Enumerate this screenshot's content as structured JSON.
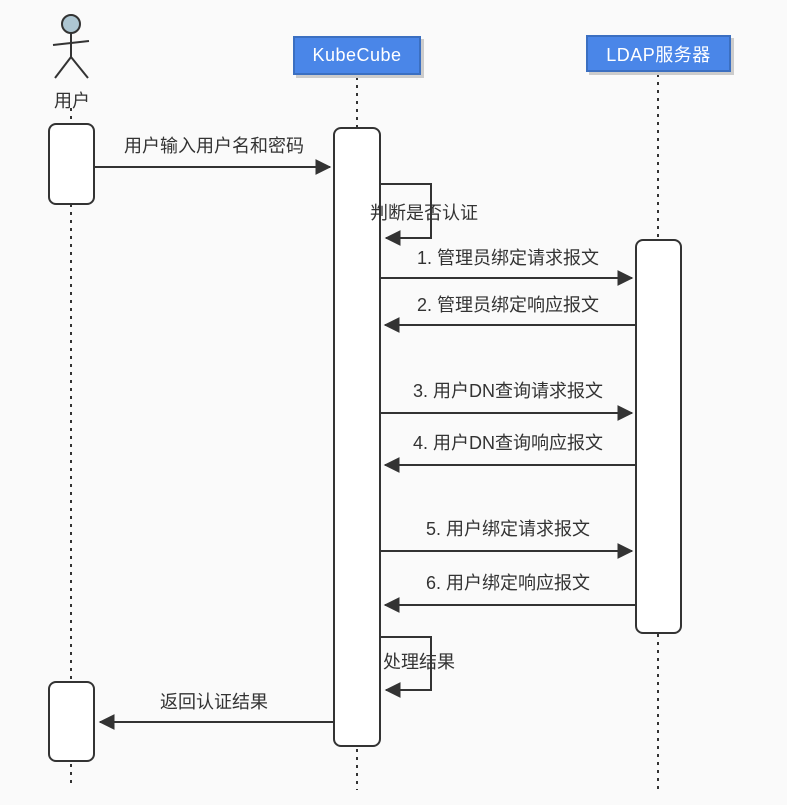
{
  "diagram": {
    "type": "sequence-diagram",
    "participants": {
      "user": {
        "label": "用户"
      },
      "kubecube": {
        "label": "KubeCube"
      },
      "ldap": {
        "label": "LDAP服务器"
      }
    },
    "messages": {
      "login": "用户输入用户名和密码",
      "check_auth": "判断是否认证",
      "admin_bind_req": "1. 管理员绑定请求报文",
      "admin_bind_res": "2. 管理员绑定响应报文",
      "user_dn_req": "3. 用户DN查询请求报文",
      "user_dn_res": "4. 用户DN查询响应报文",
      "user_bind_req": "5. 用户绑定请求报文",
      "user_bind_res": "6. 用户绑定响应报文",
      "process_result": "处理结果",
      "return_result": "返回认证结果"
    },
    "colors": {
      "header_fill": "#4a86e8",
      "header_border": "#3b6fc1",
      "line": "#333333",
      "background": "#fafafa",
      "actor_head_fill": "#adc6d2"
    }
  }
}
